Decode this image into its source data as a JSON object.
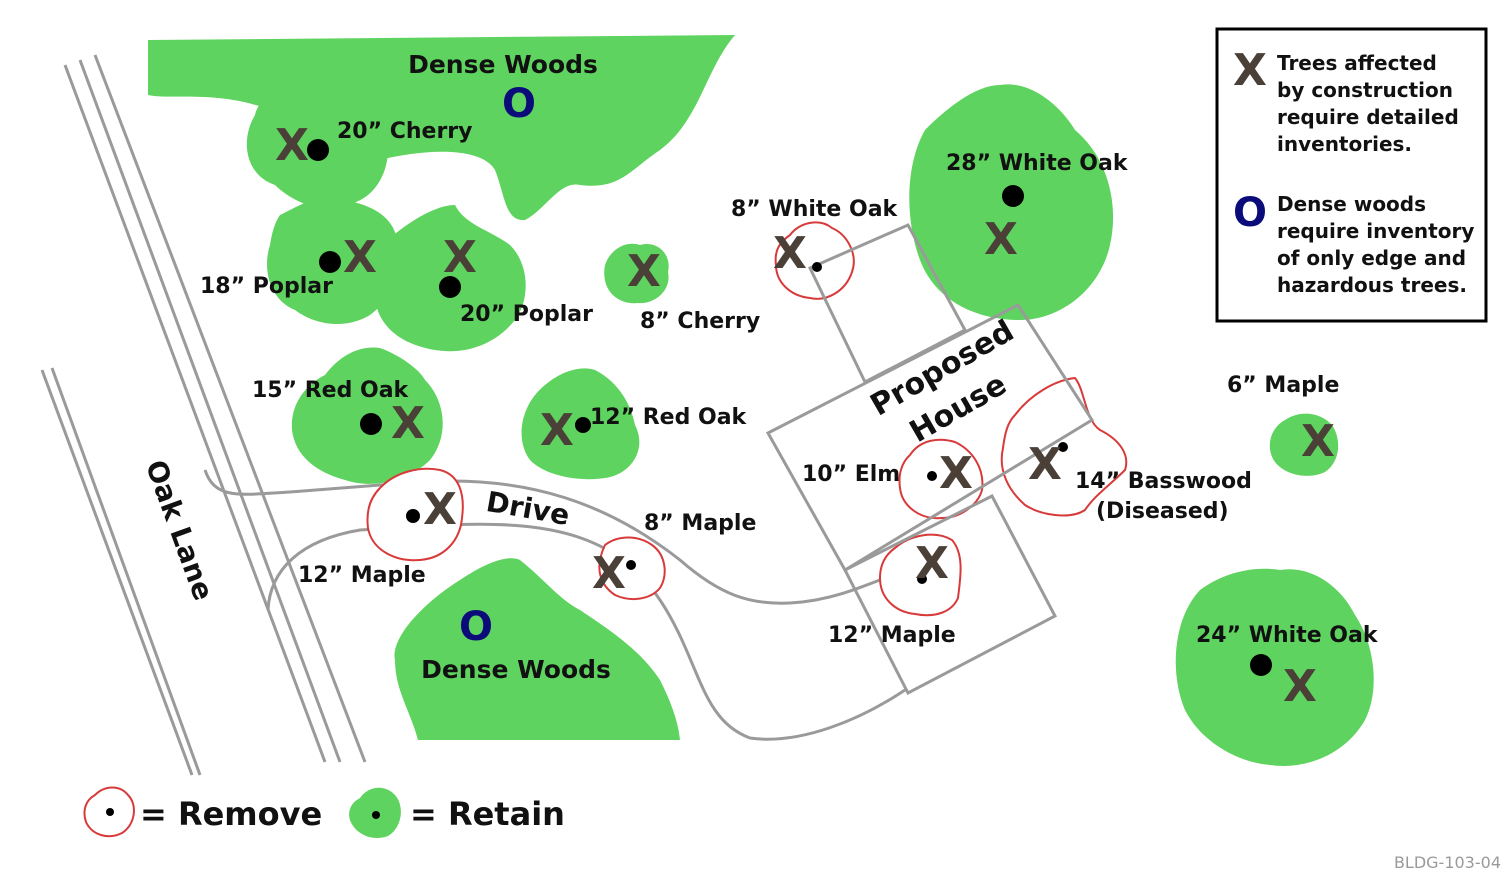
{
  "woods": {
    "top_label": "Dense Woods",
    "bottom_label": "Dense Woods"
  },
  "trees": [
    {
      "label": "20” Cherry"
    },
    {
      "label": "18” Poplar"
    },
    {
      "label": "20” Poplar"
    },
    {
      "label": "8” Cherry"
    },
    {
      "label": "8” White Oak"
    },
    {
      "label": "28” White Oak"
    },
    {
      "label": "15” Red Oak"
    },
    {
      "label": "12” Red Oak"
    },
    {
      "label": "6” Maple"
    },
    {
      "label": "10” Elm"
    },
    {
      "label": "14” Basswood"
    },
    {
      "label": "(Diseased)"
    },
    {
      "label": "8” Maple"
    },
    {
      "label": "12” Maple"
    },
    {
      "label": "12” Maple"
    },
    {
      "label": "24” White Oak"
    }
  ],
  "drive_label": "Drive",
  "road_label": "Oak Lane",
  "house": {
    "line1": "Proposed",
    "line2": "House"
  },
  "marks": {
    "x": "X",
    "o": "O"
  },
  "legend": {
    "x_lines": [
      "Trees affected",
      "by construction",
      "require detailed",
      "inventories."
    ],
    "o_lines": [
      "Dense woods",
      "require inventory",
      "of only edge and",
      "hazardous trees."
    ]
  },
  "key": {
    "remove": "= Remove",
    "retain": "= Retain"
  },
  "figure_code": "BLDG-103-04",
  "colors": {
    "retain": "#5fd35f",
    "remove_outline": "#d83a3a",
    "x_mark": "#4a4038",
    "o_mark": "#0b0b7a",
    "lines": "#9a9a9a"
  }
}
